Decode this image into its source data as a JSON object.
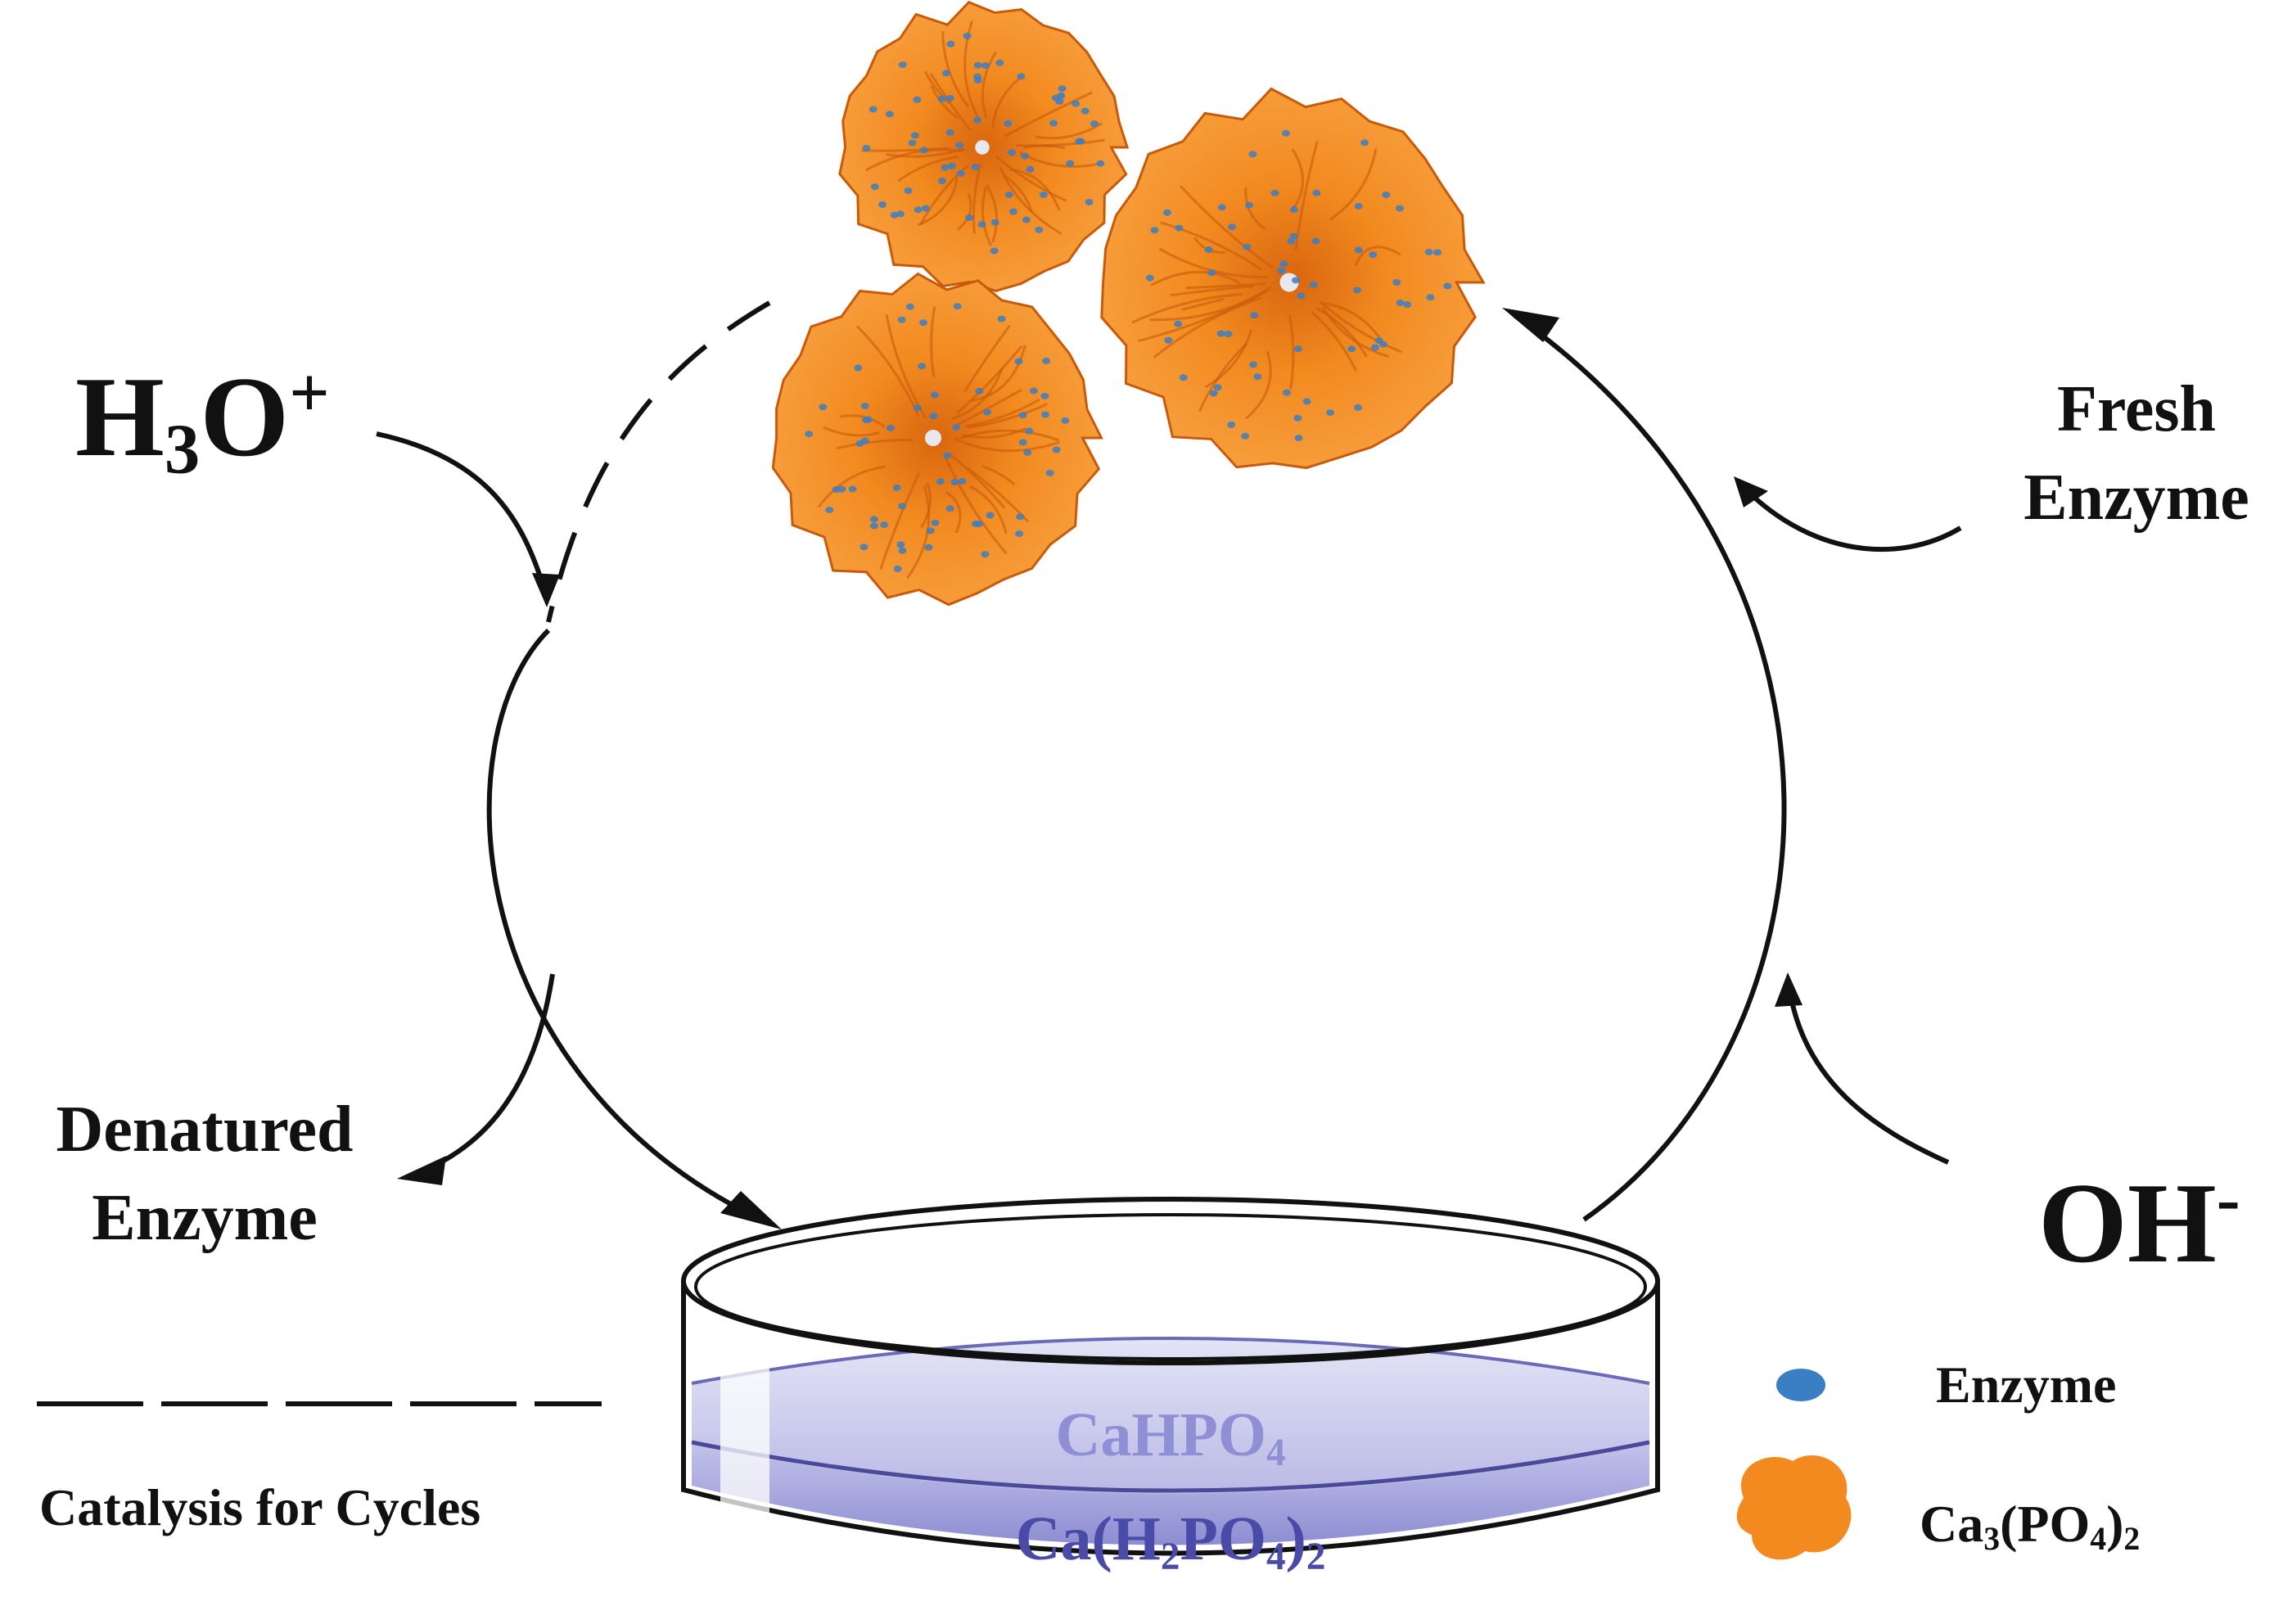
{
  "labels": {
    "acid": {
      "main": "H",
      "sub": "3",
      "main2": "O",
      "sup": "+"
    },
    "base": {
      "main": "OH",
      "sup": "-"
    },
    "fresh_enzyme": [
      "Fresh",
      "Enzyme"
    ],
    "denatured_enzyme": [
      "Denatured",
      "Enzyme"
    ]
  },
  "dish": {
    "upper_layer": {
      "main": "CaHPO",
      "sub": "4"
    },
    "lower_layer": {
      "main": "Ca(H",
      "sub1": "2",
      "mid": "PO",
      "sub2": "4",
      "end": ")",
      "sub3": "2"
    }
  },
  "legend": {
    "line_label": "Catalysis for Cycles",
    "enzyme_label": "Enzyme",
    "particle_label": {
      "main": "Ca",
      "sub1": "3",
      "mid": "(PO",
      "sub2": "4",
      "end": ")",
      "sub3": "2"
    }
  },
  "colors": {
    "flower": "#f28a1f",
    "flower_dark": "#c95a0a",
    "enzyme_dot": "#3a7fc4",
    "liquid_light": "#c9c9ec",
    "liquid_dark": "#8a8ad0",
    "dish_text_light": "#8f8fd6",
    "dish_text_dark": "#4a4aa8"
  }
}
